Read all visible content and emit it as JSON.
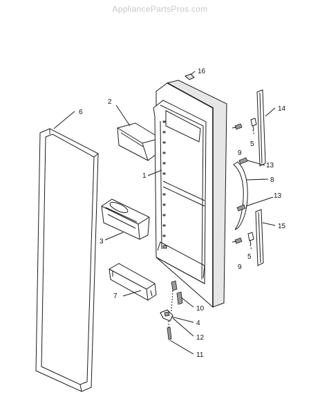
{
  "watermark": "AppliancePartsPros.com",
  "callouts": {
    "p1": "1",
    "p2": "2",
    "p3": "3",
    "p4": "4",
    "p5a": "5",
    "p5b": "5",
    "p6": "6",
    "p7": "7",
    "p8": "8",
    "p9a": "9",
    "p9b": "9",
    "p10": "10",
    "p11": "11",
    "p12": "12",
    "p13a": "13",
    "p13b": "13",
    "p14": "14",
    "p15": "15",
    "p16": "16"
  }
}
